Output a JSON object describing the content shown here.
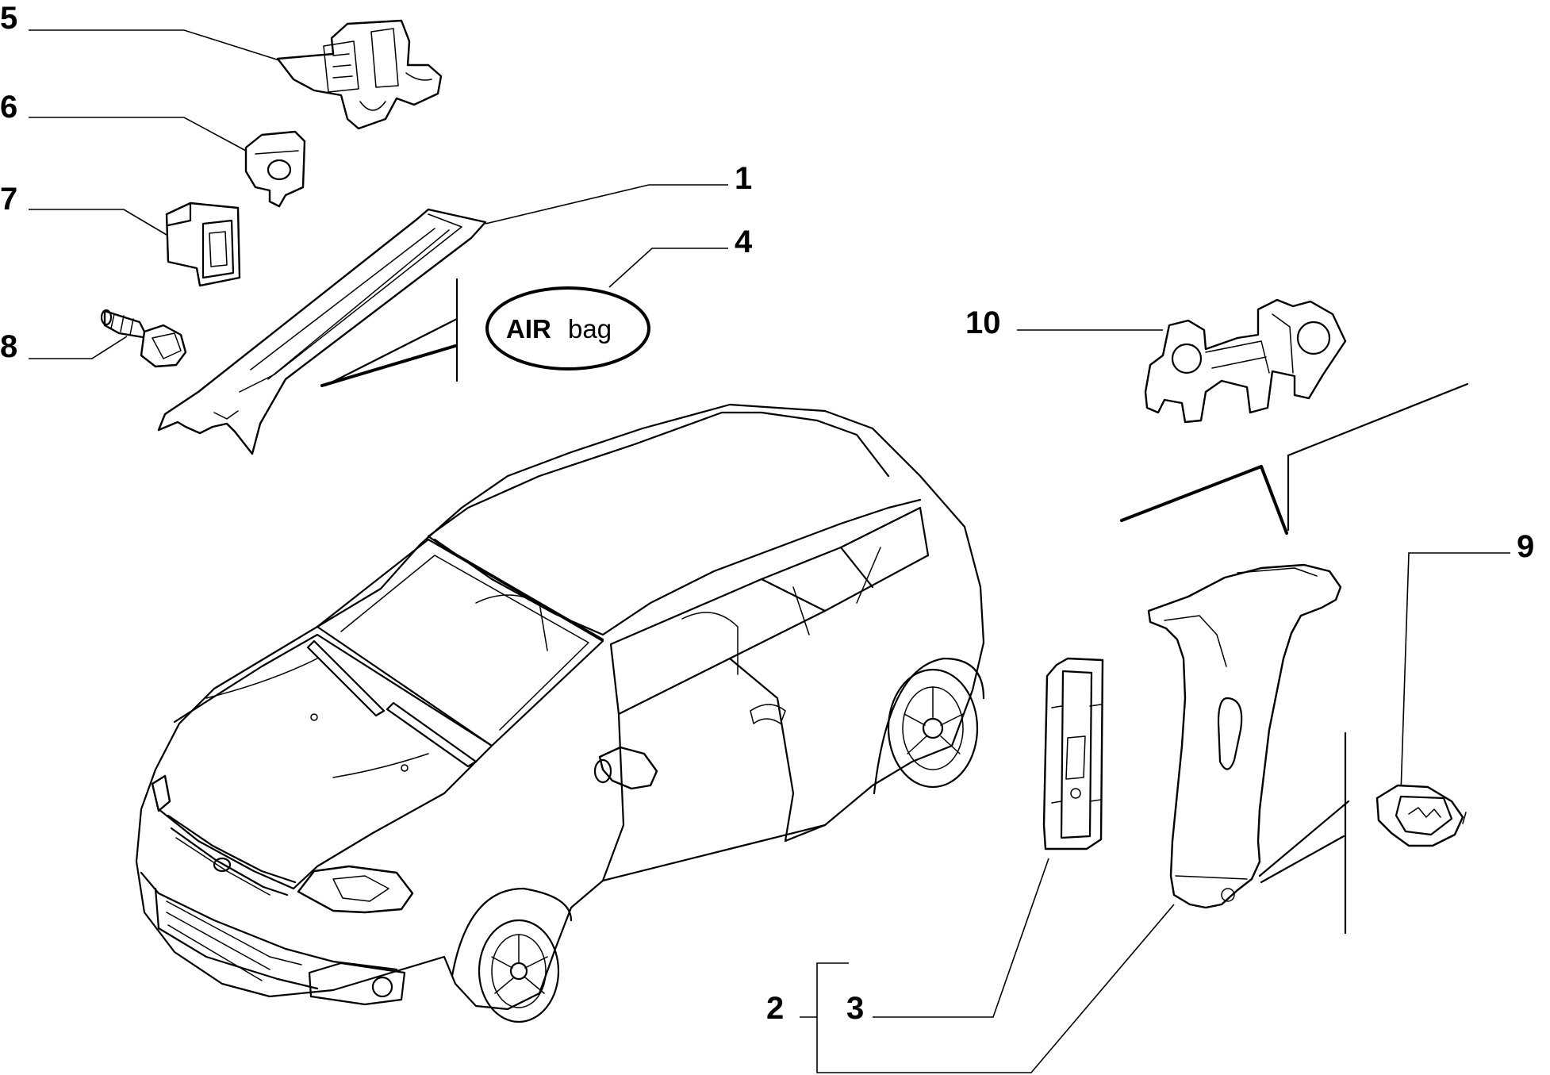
{
  "callouts": {
    "c1": "1",
    "c2": "2",
    "c3": "3",
    "c4": "4",
    "c5": "5",
    "c6": "6",
    "c7": "7",
    "c8": "8",
    "c9": "9",
    "c10": "10"
  },
  "airbag_badge": {
    "bold_text": "AIR",
    "regular_text": "bag"
  }
}
